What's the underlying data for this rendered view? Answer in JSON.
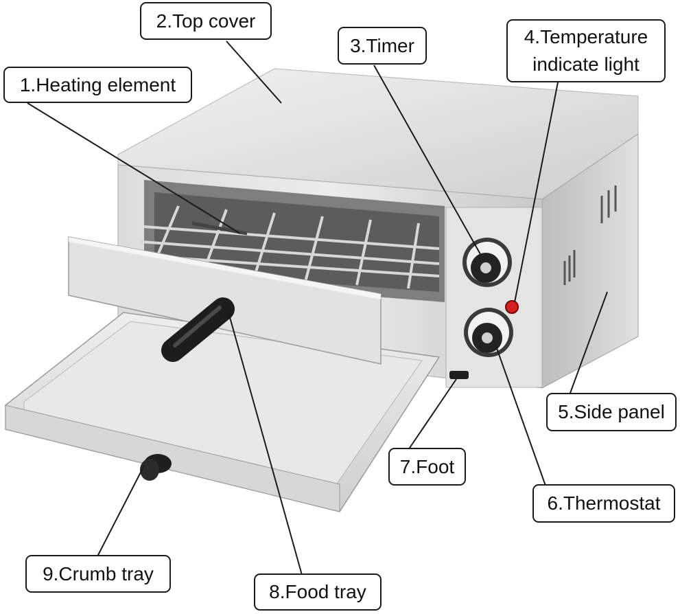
{
  "labels": {
    "heating_element": "1.Heating element",
    "top_cover": "2.Top cover",
    "timer": "3.Timer",
    "temperature_light_line1": "4.Temperature",
    "temperature_light_line2": "indicate light",
    "side_panel": "5.Side panel",
    "thermostat": "6.Thermostat",
    "foot": "7.Foot",
    "food_tray": "8.Food tray",
    "crumb_tray": "9.Crumb tray"
  },
  "colors": {
    "steel_light": "#e6e6e6",
    "steel_mid": "#c9c9c9",
    "steel_dark": "#a7a7a7",
    "knob": "#2a2a2a",
    "indicator": "#d42020",
    "leader_line": "#1a1a1a"
  }
}
